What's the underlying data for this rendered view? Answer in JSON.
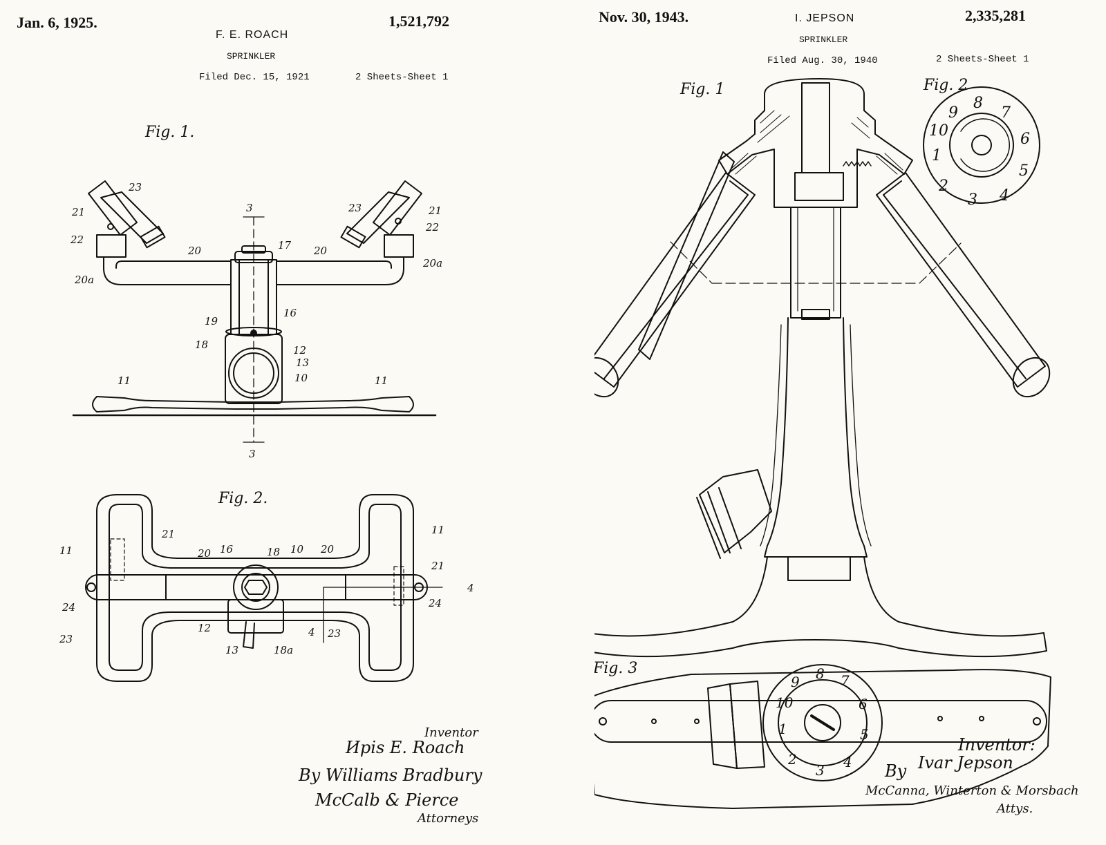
{
  "left": {
    "date": "Jan. 6, 1925.",
    "number": "1,521,792",
    "inventor": "F. E. ROACH",
    "title": "SPRINKLER",
    "filed": "Filed Dec. 15, 1921",
    "sheets": "2 Sheets-Sheet 1",
    "fig1": "Fig. 1.",
    "fig2": "Fig. 2.",
    "labels": [
      "23",
      "21",
      "22",
      "20",
      "17",
      "3",
      "23",
      "21",
      "22",
      "20",
      "20a",
      "20a",
      "16",
      "19",
      "18",
      "12",
      "13",
      "10",
      "11",
      "11",
      "3"
    ],
    "fig2_labels": [
      "11",
      "21",
      "20",
      "16",
      "18",
      "10",
      "20",
      "11",
      "21",
      "24",
      "23",
      "12",
      "13",
      "18a",
      "23",
      "24",
      "4",
      "4"
    ],
    "signature": {
      "heading": "Inventor",
      "name": "Ирis E. Roach",
      "by": "By Williams Bradbury",
      "firm": "McCalb & Pierce",
      "role": "Attorneys"
    }
  },
  "right": {
    "date": "Nov. 30, 1943.",
    "number": "2,335,281",
    "inventor": "I. JEPSON",
    "title": "SPRINKLER",
    "filed": "Filed Aug. 30, 1940",
    "sheets": "2 Sheets-Sheet 1",
    "fig1": "Fig. 1",
    "fig2": "Fig. 2",
    "fig3": "Fig. 3",
    "dial_numbers": [
      "1",
      "2",
      "3",
      "4",
      "5",
      "6",
      "7",
      "8",
      "9",
      "10"
    ],
    "signature": {
      "heading": "Inventor:",
      "name": "Ivar Jepson",
      "by": "By",
      "firm": "McCanna, Winterton & Morsbach",
      "role": "Attys."
    }
  }
}
